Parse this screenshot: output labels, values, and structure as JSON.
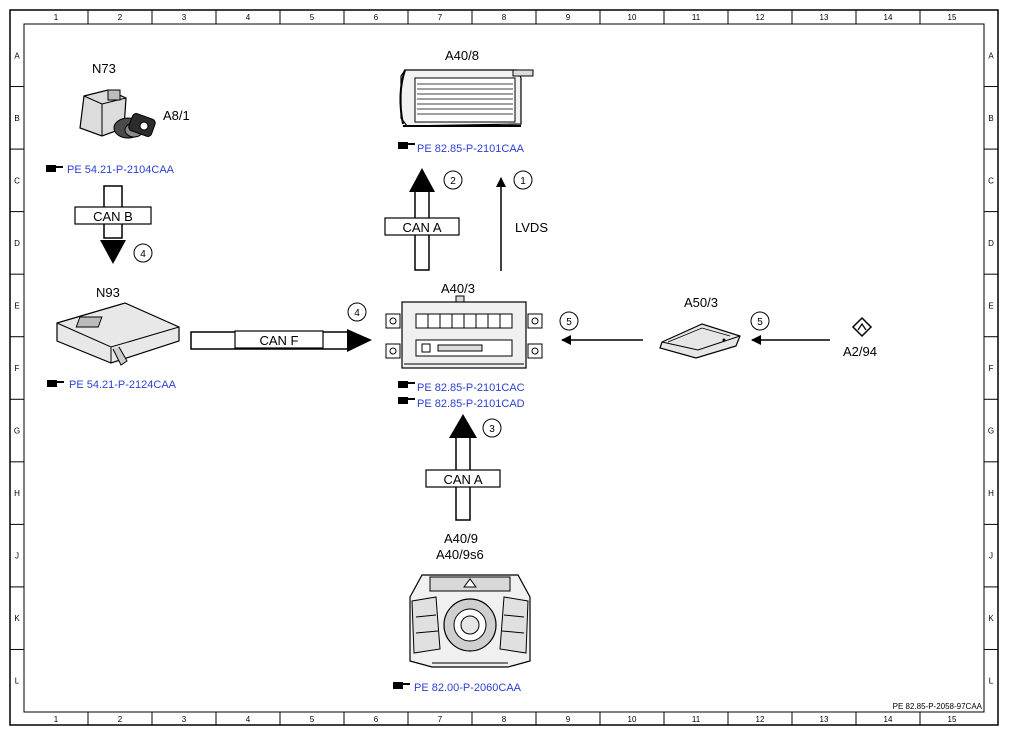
{
  "grid": {
    "columns": [
      "1",
      "2",
      "3",
      "4",
      "5",
      "6",
      "7",
      "8",
      "9",
      "10",
      "11",
      "12",
      "13",
      "14",
      "15"
    ],
    "rows": [
      "A",
      "B",
      "C",
      "D",
      "E",
      "F",
      "G",
      "H",
      "J",
      "K",
      "L"
    ]
  },
  "components": {
    "n73": "N73",
    "a8_1": "A8/1",
    "a40_8": "A40/8",
    "n93": "N93",
    "a40_3": "A40/3",
    "a50_3": "A50/3",
    "a2_94": "A2/94",
    "a40_9": "A40/9",
    "a40_9s6": "A40/9s6"
  },
  "refs": {
    "n73": "PE 54.21-P-2104CAA",
    "a40_8": "PE 82.85-P-2101CAA",
    "n93": "PE 54.21-P-2124CAA",
    "a40_3_a": "PE 82.85-P-2101CAC",
    "a40_3_b": "PE 82.85-P-2101CAD",
    "a40_9": "PE 82.00-P-2060CAA"
  },
  "buses": {
    "can_b": "CAN B",
    "can_a_top": "CAN A",
    "lvds": "LVDS",
    "can_f": "CAN F",
    "can_a_bottom": "CAN A"
  },
  "badges": {
    "can_b": "4",
    "can_a_top": "2",
    "lvds": "1",
    "can_f": "4",
    "a50_to_a40": "5",
    "a2_to_a50": "5",
    "can_a_bottom": "3"
  },
  "footer": {
    "doc_id": "PE 82.85-P-2058-97CAA"
  }
}
